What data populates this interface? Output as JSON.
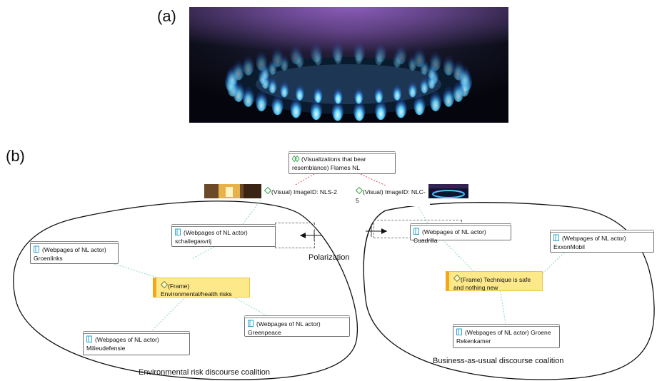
{
  "panel_a": {
    "label": "(a)",
    "image": "gas-flame-photo"
  },
  "panel_b": {
    "label": "(b)",
    "root_node": {
      "text": "(Visualizations that bear resemblance) Flames NL"
    },
    "visual_nodes": [
      {
        "text": "(Visual) ImageID: NLS-2"
      },
      {
        "text": "(Visual) ImageID: NLC-5"
      }
    ],
    "left_coalition": {
      "actors": [
        {
          "text": "(Webpages of NL actor) schaliegasvrij"
        },
        {
          "text": "(Webpages of NL actor) Groenlinks"
        },
        {
          "text": "(Webpages of NL actor) Milieudefensie"
        },
        {
          "text": "(Webpages of NL actor) Greenpeace"
        }
      ],
      "frame": {
        "text": "(Frame) Environmental/health risks"
      },
      "caption": "Environmental risk discourse coalition"
    },
    "right_coalition": {
      "actors": [
        {
          "text": "(Webpages of NL actor) Cuadrilla"
        },
        {
          "text": "(Webpages of NL actor) ExxonMobil"
        },
        {
          "text": "(Webpages of NL actor) Groene Rekenkamer"
        }
      ],
      "frame": {
        "text": "(Frame) Technique is safe and nothing new"
      },
      "caption": "Business-as-usual discourse coalition"
    },
    "center_label": "Polarization"
  },
  "colors": {
    "link_red": "#e05555",
    "link_teal": "#8fd3cf",
    "frame_fill": "#fde88a",
    "frame_bar": "#f3a81b",
    "doc_icon": "#2aa7d6",
    "diamond_icon": "#3aa84a"
  }
}
